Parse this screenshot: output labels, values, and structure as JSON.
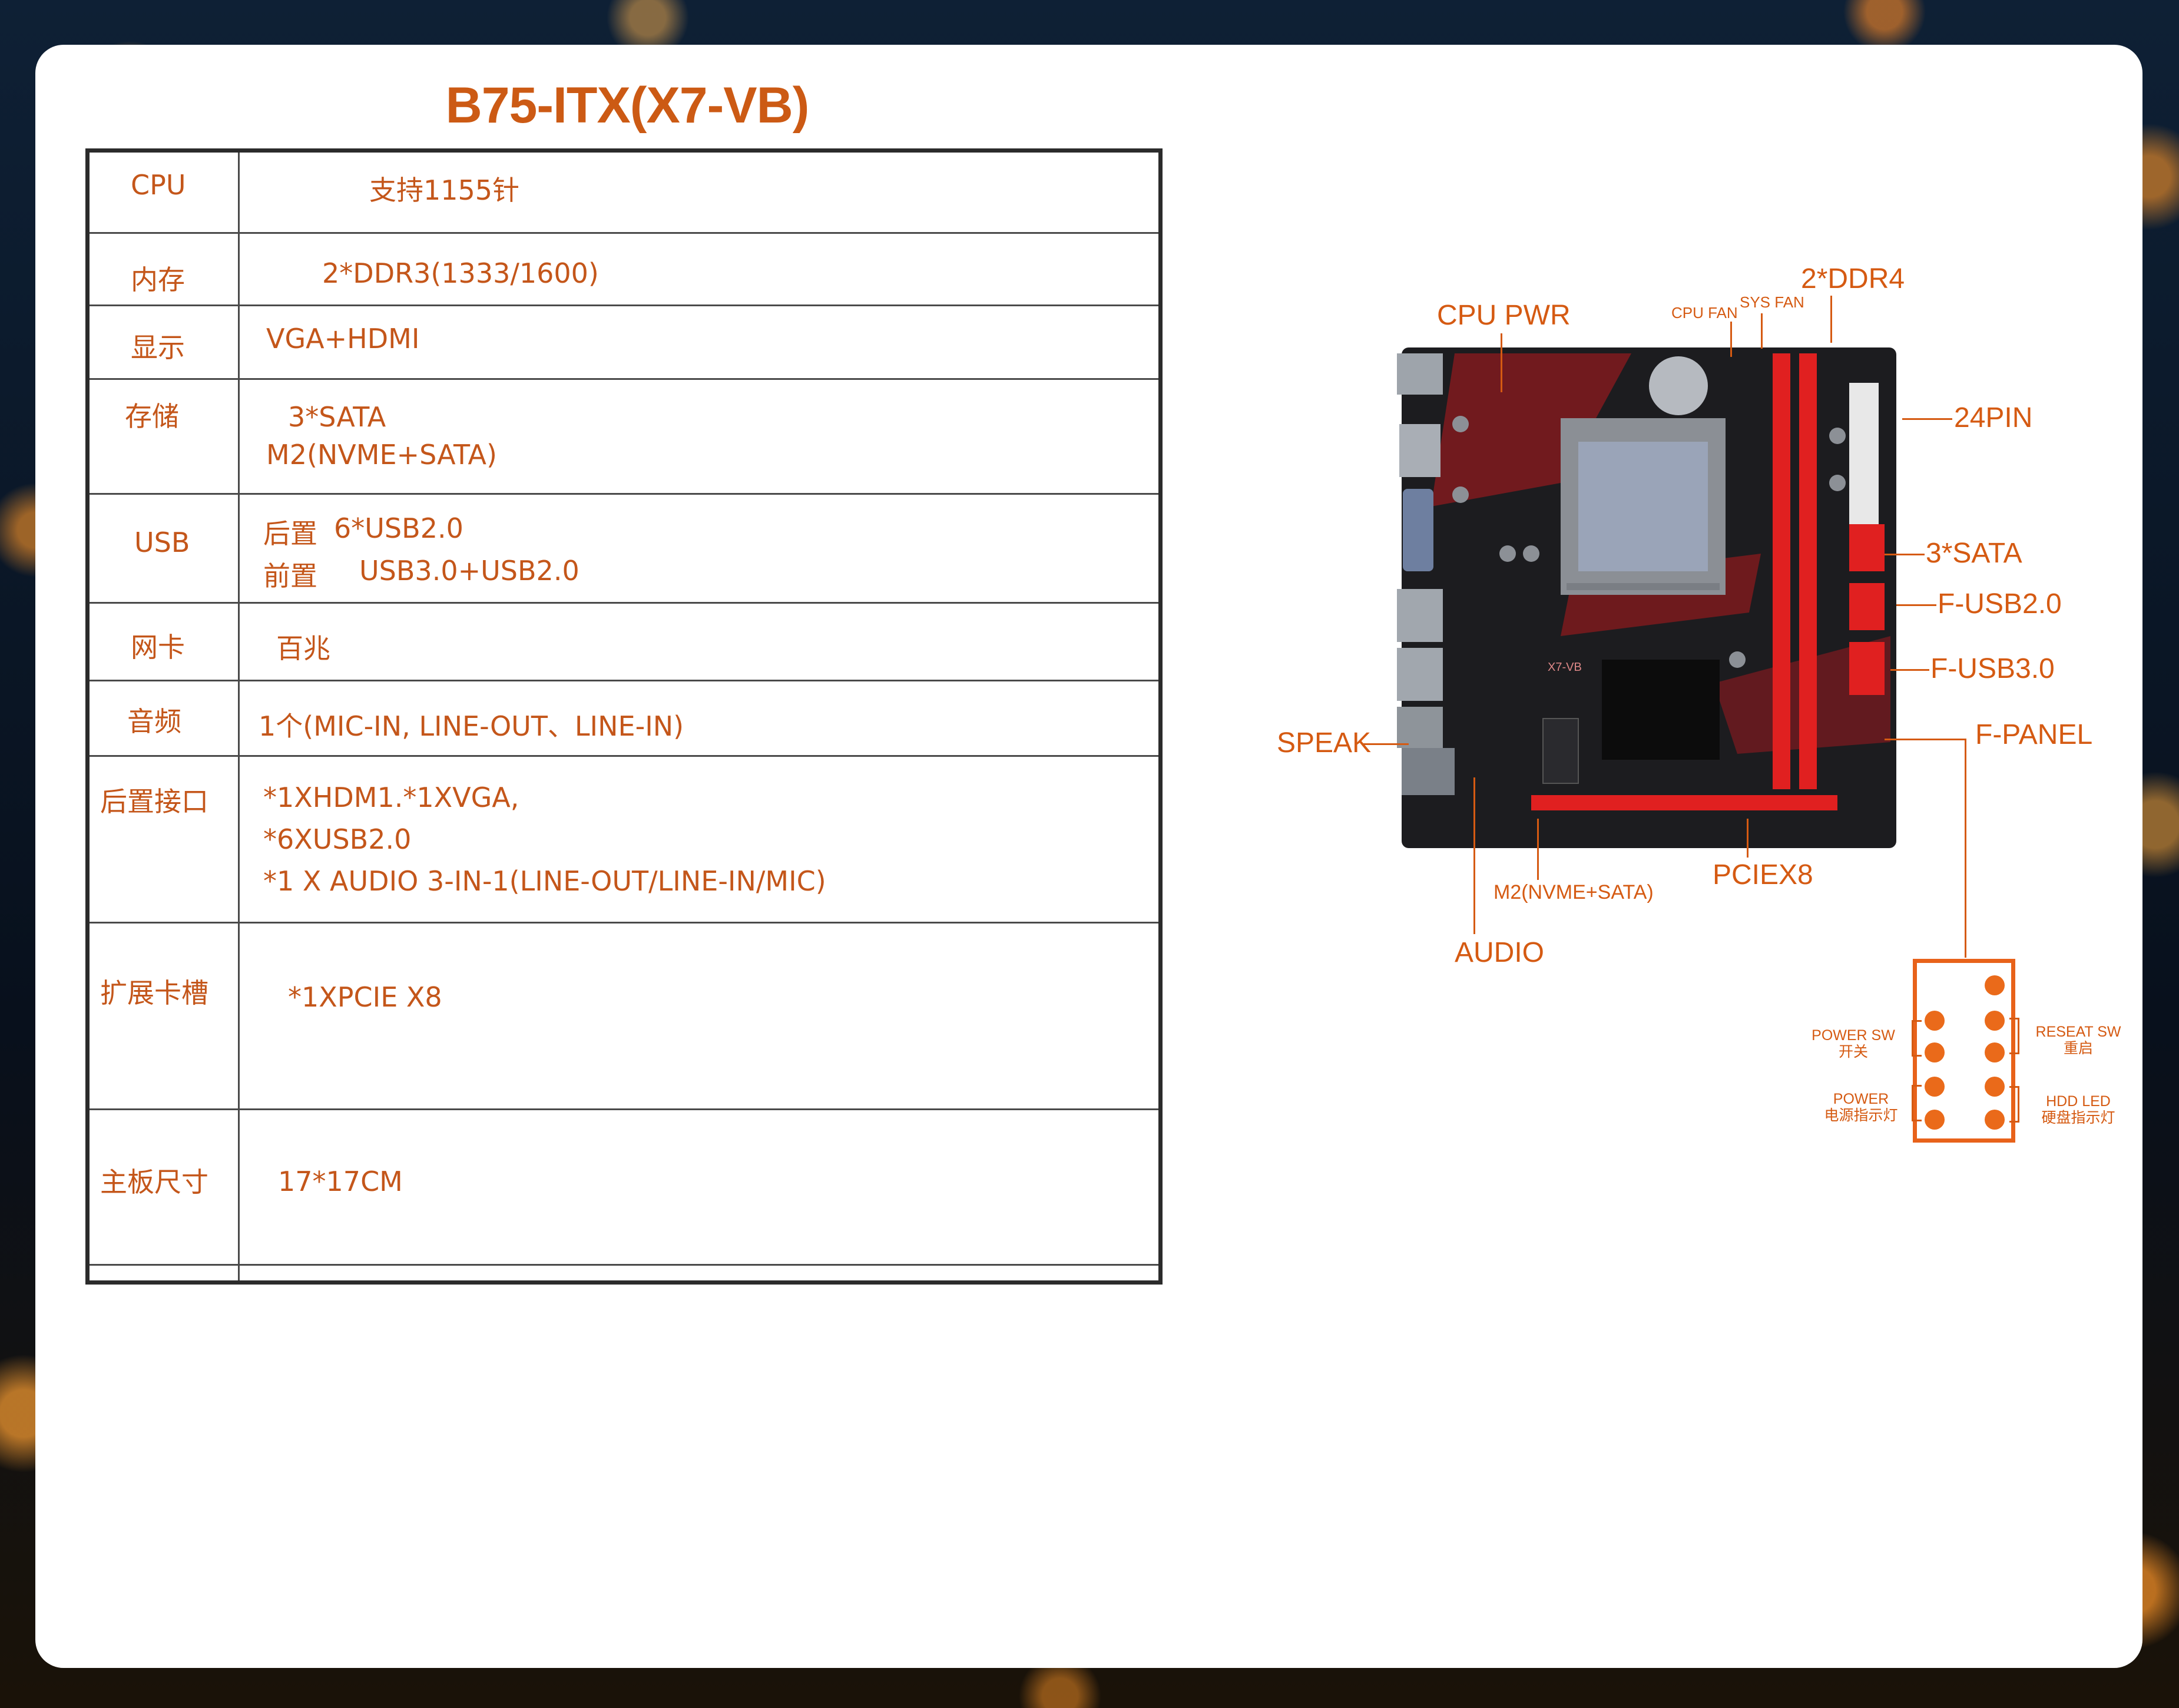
{
  "title": "B75-ITX(X7-VB)",
  "specs": [
    {
      "key": "CPU",
      "lines": [
        "支持1155针"
      ]
    },
    {
      "key": "内存",
      "lines": [
        "2*DDR3(1333/1600)"
      ]
    },
    {
      "key": "显示",
      "lines": [
        "VGA+HDMI"
      ]
    },
    {
      "key": "存储",
      "lines": [
        "3*SATA",
        "M2(NVME+SATA)"
      ]
    },
    {
      "key": "USB",
      "lines": [
        "后置",
        "6*USB2.0",
        "前置",
        "USB3.0+USB2.0"
      ]
    },
    {
      "key": "网卡",
      "lines": [
        "百兆"
      ]
    },
    {
      "key": "音频",
      "lines": [
        "1个(MIC-IN, LINE-OUT、LINE-IN)"
      ]
    },
    {
      "key": "后置接口",
      "lines": [
        "*1XHDM1.*1XVGA,",
        "*6XUSB2.0",
        "*1 X AUDIO 3-IN-1(LINE-OUT/LINE-IN/MIC)"
      ]
    },
    {
      "key": "扩展卡槽",
      "lines": [
        "*1XPCIE X8"
      ]
    },
    {
      "key": "主板尺寸",
      "lines": [
        "17*17CM"
      ]
    }
  ],
  "diagram": {
    "labels": {
      "cpu_pwr": "CPU PWR",
      "cpu_fan": "CPU FAN",
      "sys_fan": "SYS FAN",
      "ddr": "2*DDR4",
      "pin24": "24PIN",
      "sata": "3*SATA",
      "f_usb2": "F-USB2.0",
      "f_usb3": "F-USB3.0",
      "f_panel": "F-PANEL",
      "speak": "SPEAK",
      "m2": "M2(NVME+SATA)",
      "pciex8": "PCIEX8",
      "audio": "AUDIO",
      "board_silk": "X7-VB"
    },
    "panel": {
      "power_sw": "POWER SW",
      "power_sw_cn": "开关",
      "power": "POWER",
      "power_cn": "电源指示灯",
      "reset_sw": "RESEAT SW",
      "reset_sw_cn": "重启",
      "hdd_led": "HDD LED",
      "hdd_led_cn": "硬盘指示灯"
    },
    "colors": {
      "accent": "#d55a12",
      "dimm": "#e02020",
      "board": "#1a1a1c"
    }
  }
}
